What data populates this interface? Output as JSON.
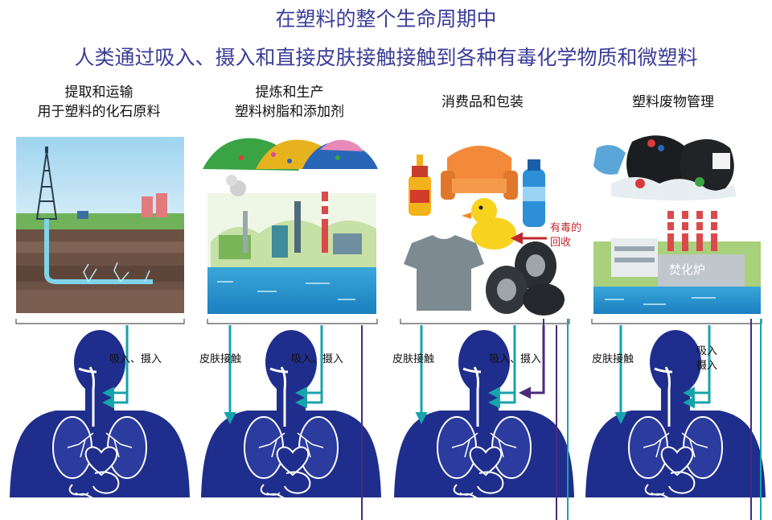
{
  "title": {
    "line1": "在塑料的整个生命周期中",
    "line2": "人类通过吸入、摄入和直接皮肤接触接触到各种有毒化学物质和微塑料"
  },
  "stages": [
    {
      "line1": "提取和运输",
      "line2": "用于塑料的化石原料"
    },
    {
      "line1": "提炼和生产",
      "line2": "塑料树脂和添加剂"
    },
    {
      "line1": "消费品和包装",
      "line2": ""
    },
    {
      "line1": "塑料废物管理",
      "line2": ""
    }
  ],
  "labels": {
    "inhale_ingest": "吸入、摄入",
    "skin_contact": "皮肤接触",
    "toxic_recycling_1": "有毒的",
    "toxic_recycling_2": "回收",
    "inhale": "吸入",
    "ingest": "摄入",
    "incinerator": "焚化炉"
  },
  "colors": {
    "title": "#3b3d97",
    "teal": "#17a3ab",
    "purple": "#4b2a7e",
    "body": "#1f2e8c",
    "red_arrow": "#c0282e"
  }
}
